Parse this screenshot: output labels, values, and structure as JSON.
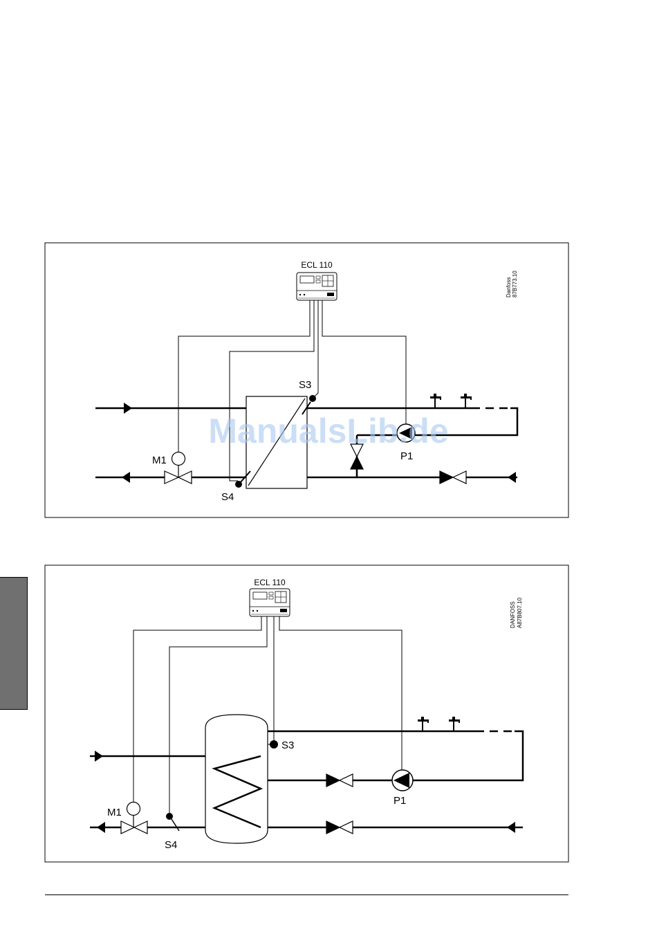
{
  "diagram1": {
    "controller_label": "ECL 110",
    "code_lines": [
      "Danfoss",
      "87B773.10"
    ],
    "labels": {
      "s3": "S3",
      "s4": "S4",
      "m1": "M1",
      "p1": "P1"
    }
  },
  "diagram2": {
    "controller_label": "ECL 110",
    "code_lines": [
      "DANFOSS",
      "A87B807.10"
    ],
    "labels": {
      "s3": "S3",
      "s4": "S4",
      "m1": "M1",
      "p1": "P1"
    }
  },
  "watermark": "ManualsLib.de",
  "colors": {
    "line": "#000000",
    "tab": "#707070",
    "watermark": "#a9c8f0"
  }
}
